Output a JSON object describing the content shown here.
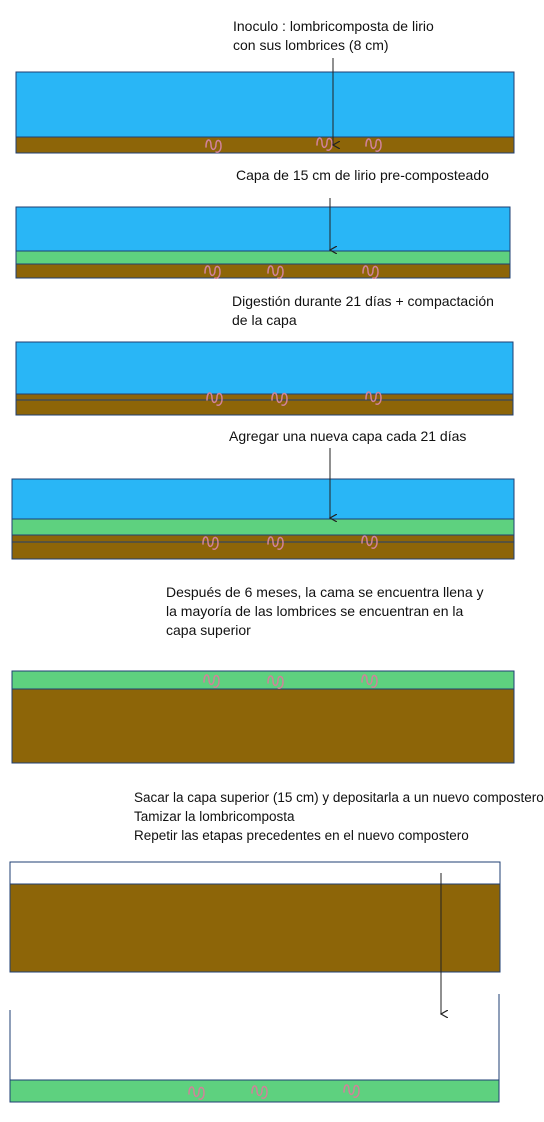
{
  "colors": {
    "water": "#29b6f6",
    "compost": "#8d6508",
    "fresh_layer": "#5ed17f",
    "outline": "#1f3f73",
    "worm": "#d1829a",
    "arrow": "#222222"
  },
  "steps": [
    {
      "id": "step1",
      "caption": [
        "Inoculo : lombricomposta de lirio",
        "con sus lombrices  (8 cm)"
      ],
      "layers": [
        "water",
        "compost"
      ],
      "worm_icons": "worm-icon",
      "arrow": true
    },
    {
      "id": "step2",
      "caption": [
        "Capa de 15 cm de lirio pre-composteado"
      ],
      "layers": [
        "water",
        "fresh_layer",
        "compost"
      ],
      "worm_icons": "worm-icon",
      "arrow": true
    },
    {
      "id": "step3",
      "caption": [
        "Digestión durante 21 días + compactación",
        "de la capa"
      ],
      "layers": [
        "water",
        "compacted_layer",
        "compost"
      ],
      "worm_icons": "worm-icon",
      "arrow": false
    },
    {
      "id": "step4",
      "caption": [
        "Agregar una nueva capa cada 21 días"
      ],
      "layers": [
        "water",
        "fresh_layer",
        "compacted_layer",
        "compost"
      ],
      "worm_icons": "worm-icon",
      "arrow": true
    },
    {
      "id": "step5",
      "caption": [
        "Después de 6 meses, la cama se encuentra llena y",
        "la mayoría de las lombrices se encuentran en la",
        "capa superior"
      ],
      "layers": [
        "fresh_layer",
        "compost"
      ],
      "worm_icons": "worm-icon",
      "arrow": false
    },
    {
      "id": "step6",
      "caption": [
        "Sacar la capa superior (15 cm) y depositarla a un nuevo compostero",
        "Tamizar la lombricomposta",
        "Repetir las etapas precedentes en el nuevo compostero"
      ],
      "layers": [
        "empty",
        "compost",
        "new_container",
        "fresh_layer"
      ],
      "worm_icons": "worm-icon",
      "arrow": true
    }
  ]
}
